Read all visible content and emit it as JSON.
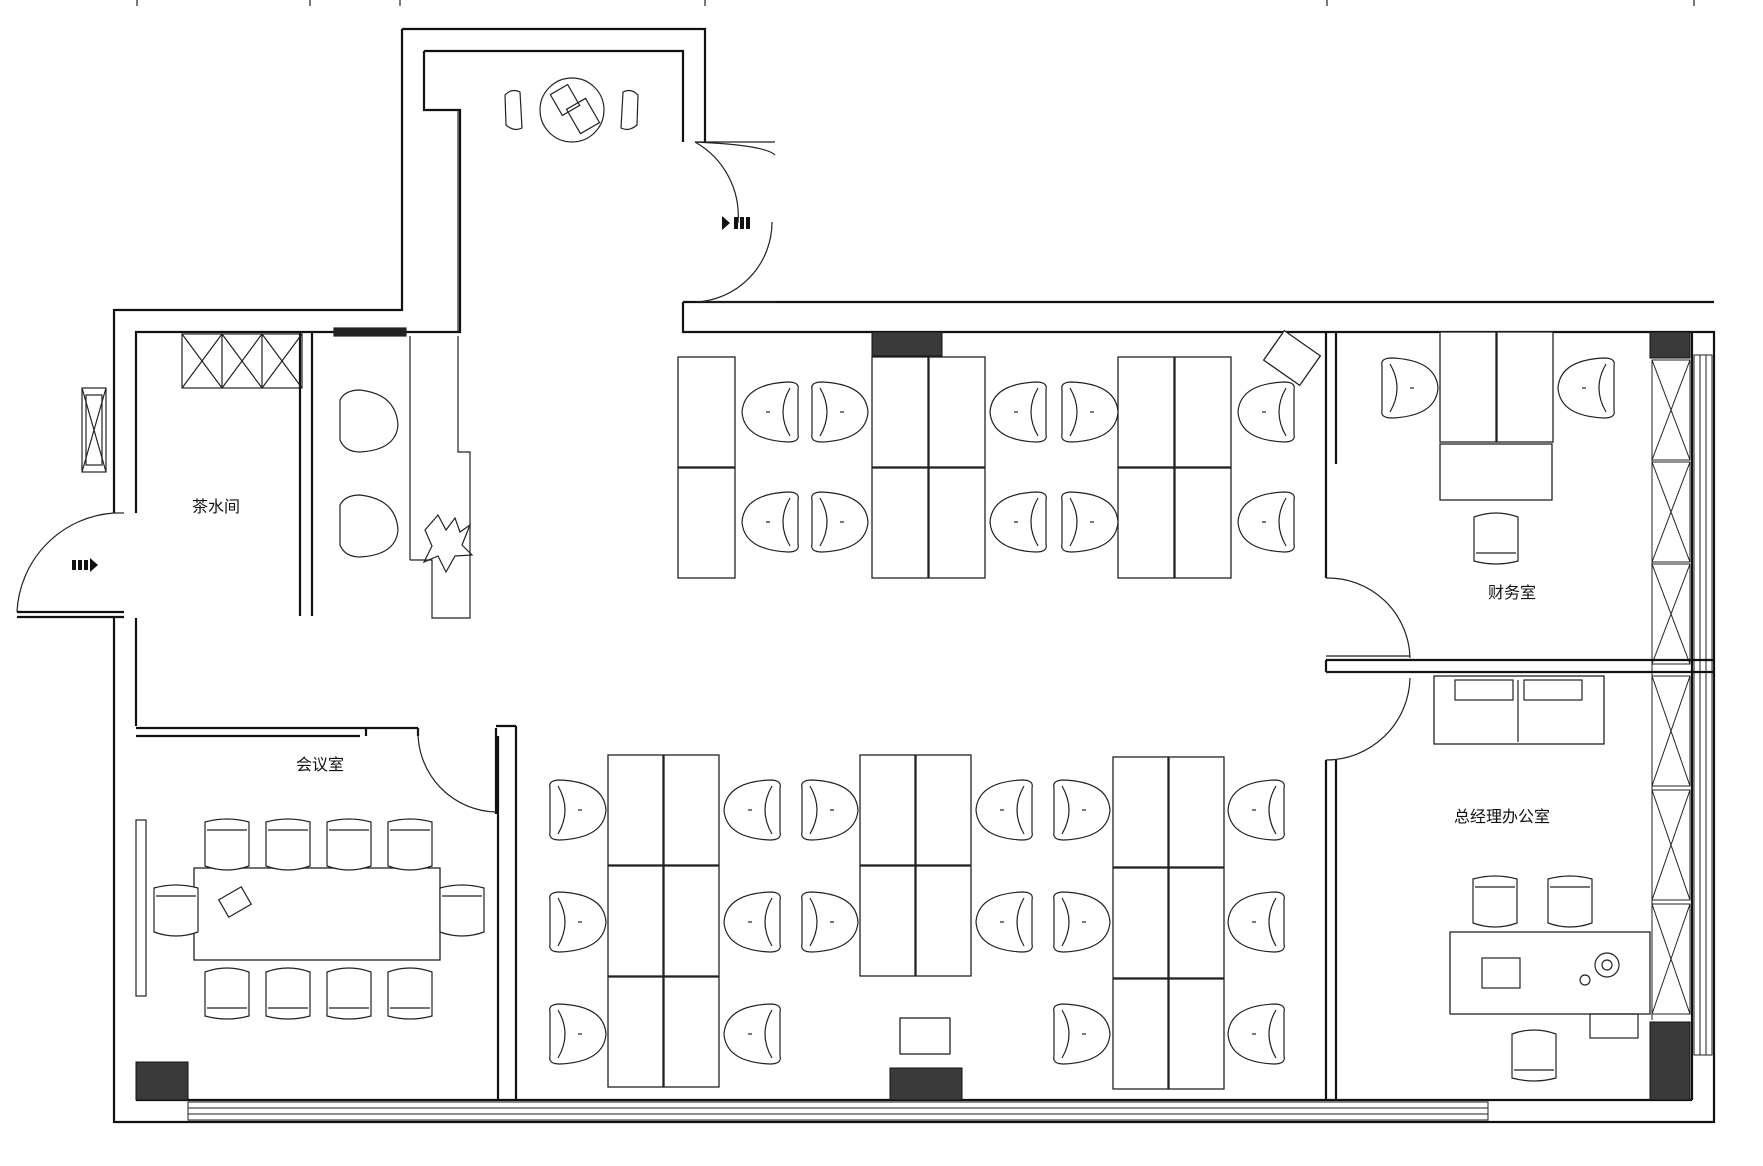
{
  "rooms": {
    "pantry": "茶水间",
    "meeting": "会议室",
    "finance": "财务室",
    "gm_office": "总经理办公室"
  },
  "colors": {
    "line": "#111111",
    "column_fill": "#3a3a3a",
    "background": "#ffffff"
  },
  "icons": {
    "entrance_arrows": "triple-arrow-icon",
    "plant": "plant-icon"
  }
}
